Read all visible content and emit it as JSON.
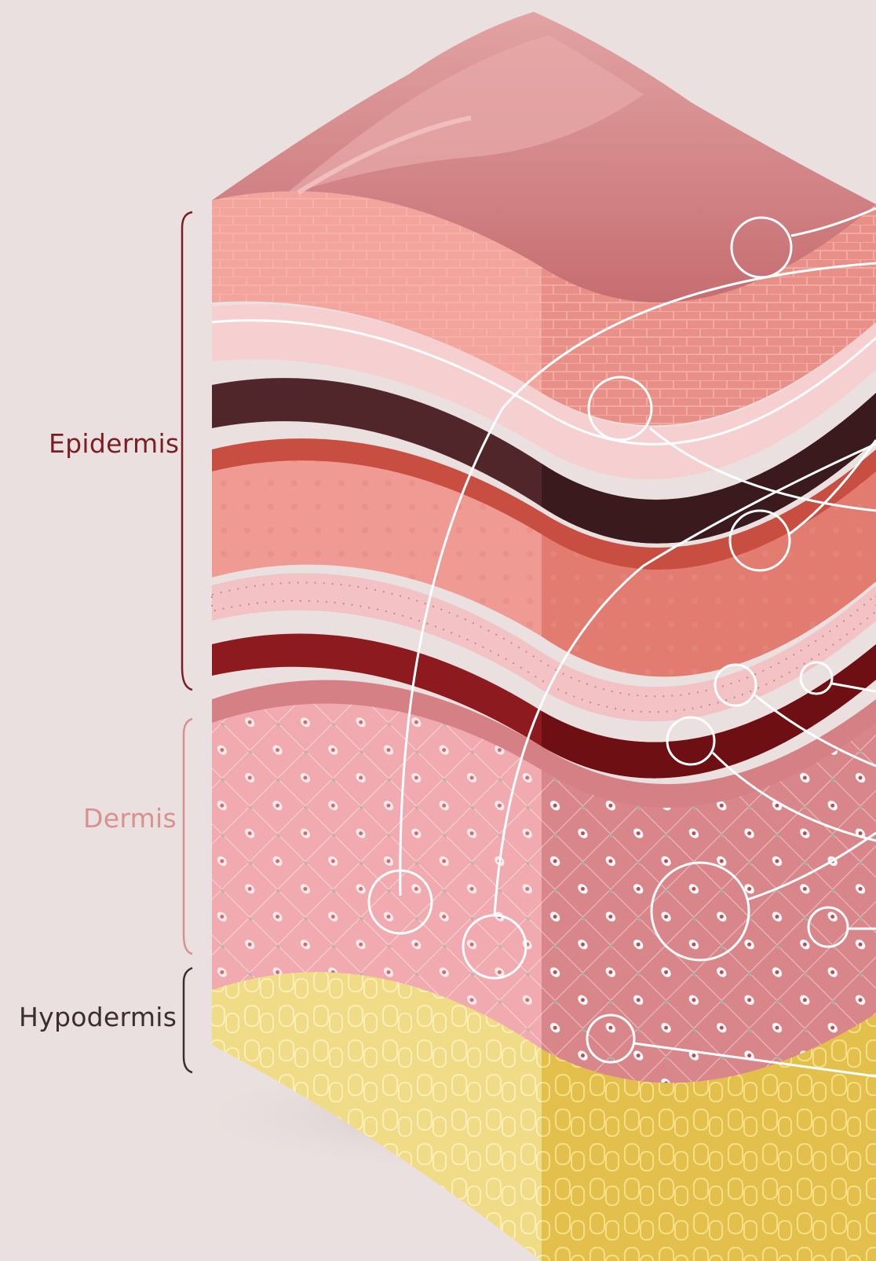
{
  "labels": {
    "epidermis": "Epidermis",
    "dermis": "Dermis",
    "hypodermis": "Hypodermis"
  },
  "colors": {
    "background": "#eae0df",
    "epidermis_label": "#7a1f24",
    "dermis_label": "#d9918f",
    "hypodermis_label": "#3e2d2e",
    "callout_lines": "#ffffff"
  }
}
